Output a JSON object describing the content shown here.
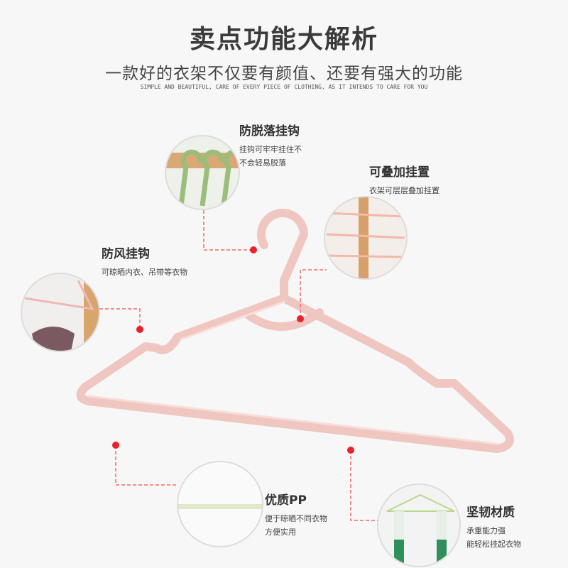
{
  "header": {
    "title": "卖点功能大解析",
    "subtitle": "一款好的衣架不仅要有颜值、还要有强大的功能",
    "english": "SIMPLE AND BEAUTIFUL, CARE OF EVERY PIECE OF CLOTHING, AS IT INTENDS TO CARE FOR YOU"
  },
  "features": [
    {
      "title": "防脱落挂钩",
      "desc": [
        "挂钩可牢牢挂住不",
        "不会轻易脱落"
      ]
    },
    {
      "title": "可叠加挂置",
      "desc": [
        "衣架可层层叠加挂置"
      ]
    },
    {
      "title": "防风挂钩",
      "desc": [
        "可晾晒内衣、吊带等衣物"
      ]
    },
    {
      "title": "优质PP",
      "desc": [
        "便于晾晒不同衣物",
        "方便实用"
      ]
    },
    {
      "title": "坚韧材质",
      "desc": [
        "承重能力强",
        "能轻松挂起衣物"
      ]
    }
  ],
  "colors": {
    "hanger": "#f0c9c3",
    "accent": "#e8212b",
    "dash": "#f06a6a"
  }
}
